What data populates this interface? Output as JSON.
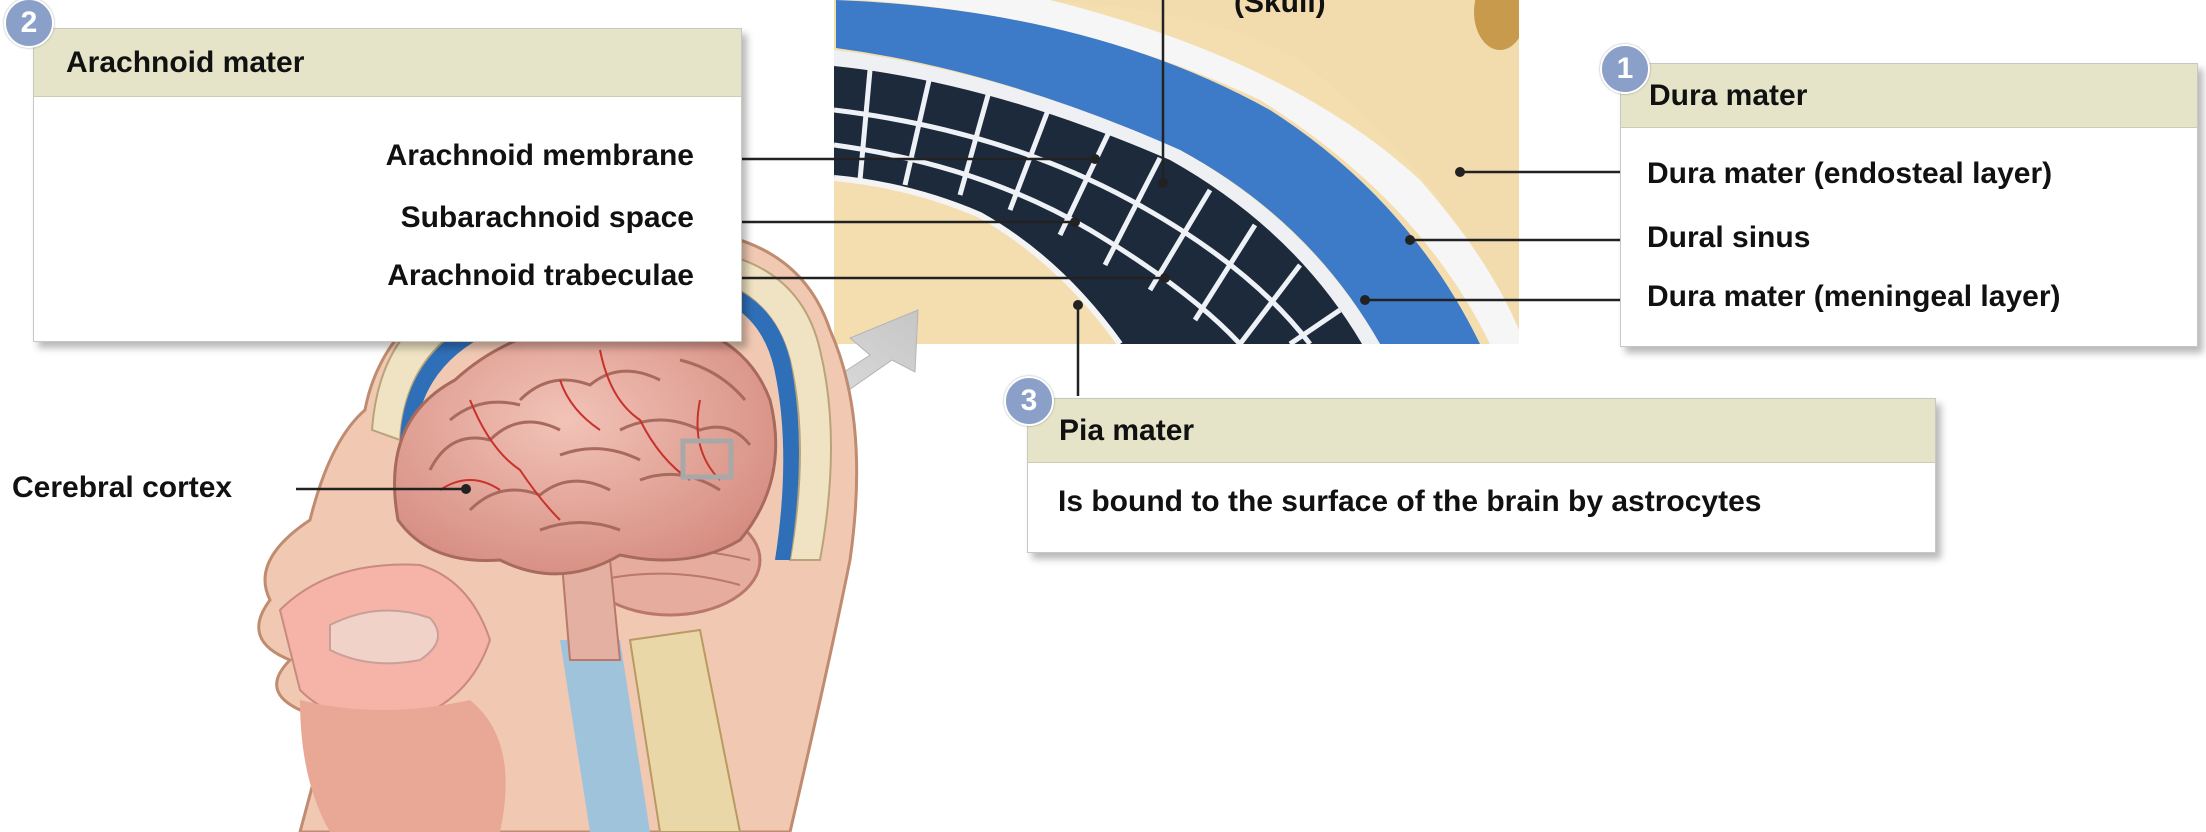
{
  "top_label": "(Skull)",
  "colors": {
    "header_fill": "#e6e4c8",
    "badge": "#8aa0c8",
    "dura_blue": "#3d7ac8",
    "bone": "#f4deb0",
    "space_dark": "#1d2a3c",
    "brain_pink": "#e8a49a",
    "vessel_red": "#c8322a"
  },
  "dura": {
    "badge": "1",
    "title": "Dura mater",
    "items": [
      "Dura mater (endosteal layer)",
      "Dural sinus",
      "Dura mater (meningeal layer)"
    ]
  },
  "arachnoid": {
    "badge": "2",
    "title": "Arachnoid mater",
    "items": [
      "Arachnoid membrane",
      "Subarachnoid space",
      "Arachnoid trabeculae"
    ]
  },
  "pia": {
    "badge": "3",
    "title": "Pia mater",
    "text": "Is bound to the surface of the brain by astrocytes"
  },
  "cortex_label": "Cerebral cortex"
}
